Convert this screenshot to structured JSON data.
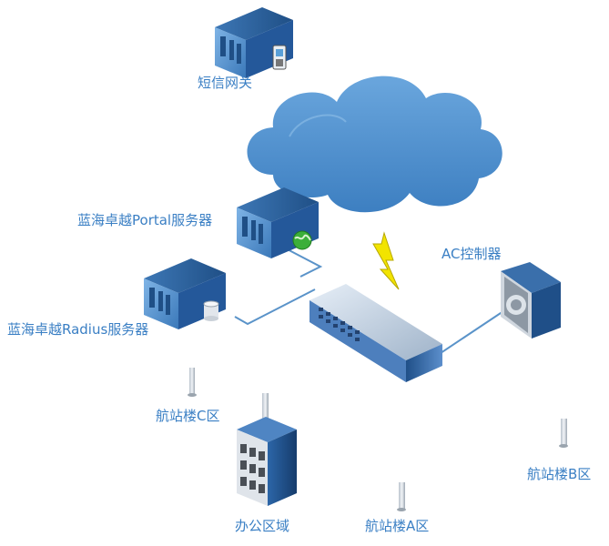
{
  "labels": {
    "sms_gateway": "短信网关",
    "portal_server": "蓝海卓越Portal服务器",
    "radius_server": "蓝海卓越Radius服务器",
    "ac_controller": "AC控制器",
    "terminal_c": "航站楼C区",
    "office_area": "办公区域",
    "terminal_a": "航站楼A区",
    "terminal_b": "航站楼B区"
  },
  "colors": {
    "label": "#3a7fc4",
    "cloud": "#4e8fcf",
    "server": "#3f86c8",
    "link": "#5a93c9",
    "lightning": "#f2e400"
  }
}
